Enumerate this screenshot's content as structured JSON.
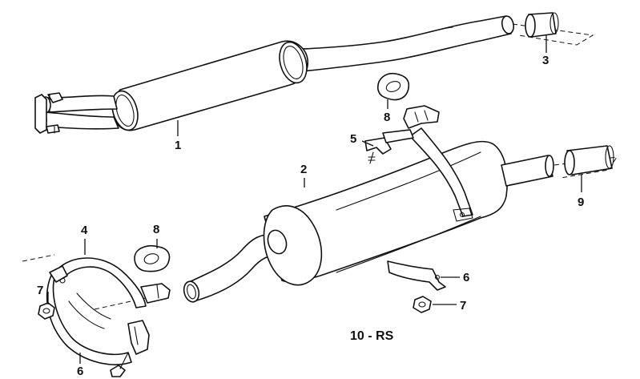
{
  "callouts": {
    "c1": "1",
    "c2": "2",
    "c3": "3",
    "c4": "4",
    "c5": "5",
    "c6a": "6",
    "c6b": "6",
    "c7a": "7",
    "c7b": "7",
    "c8a": "8",
    "c8b": "8",
    "c9": "9"
  },
  "diagram_code": "10 - RS",
  "line_color": "#111111",
  "background": "#ffffff"
}
